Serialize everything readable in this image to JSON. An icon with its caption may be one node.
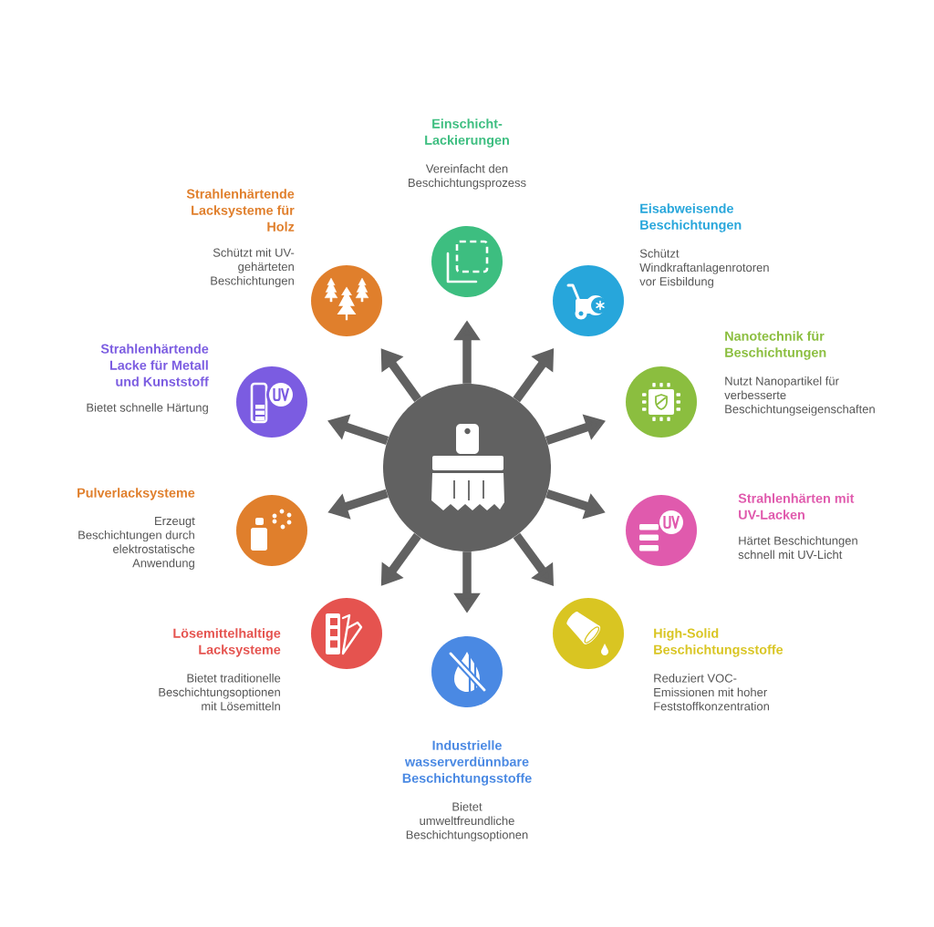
{
  "diagram": {
    "nodes": [
      {
        "text": [],
        "shape": "circle"
      },
      {
        "text": [
          "Einschicht-Lackierungen",
          "Vereinfacht den Beschichtungsprozess"
        ]
      },
      {
        "text": [
          "Eisabweisende Beschichtungen",
          "Schützt Windkraftanlagenrotoren vor Eisbildung"
        ]
      },
      {
        "text": [
          "Nanotechnik für Beschichtungen",
          "Nutzt Nanopartikel für verbesserte Beschichtungseigenschaften"
        ]
      },
      {
        "text": [
          "Strahlenhärten mit UV-Lacken",
          "Härtet Beschichtungen schnell mit UV-Licht"
        ]
      },
      {
        "text": [
          "High-Solid Beschichtungsstoffe",
          "Reduziert VOC-Emissionen mit hoher Feststoffkonzentration"
        ]
      },
      {
        "text": [
          "Industrielle wasserverdünnbare Beschichtungsstoffe",
          "Bietet umweltfreundliche Beschichtungsoptionen"
        ]
      },
      {
        "text": [
          "Lösemittelhaltige Lacksysteme",
          "Bietet traditionelle Beschichtungsoptionen mit Lösemitteln"
        ]
      },
      {
        "text": [
          "Pulverlacksysteme",
          "Erzeugt Beschichtungen durch elektrostatische Anwendung"
        ]
      },
      {
        "text": [
          "Strahlenhärtende Lacke für Metall und Kunststoff",
          "Bietet schnelle Härtung"
        ]
      },
      {
        "text": [
          "Strahlenhärtende Lacksysteme für Holz",
          "Schützt mit UV-gehärteten Beschichtungen"
        ]
      }
    ],
    "edges": [
      {
        "from": 0,
        "to": 1,
        "arrow": "to"
      },
      {
        "from": 0,
        "to": 2,
        "arrow": "to"
      },
      {
        "from": 0,
        "to": 3,
        "arrow": "to"
      },
      {
        "from": 0,
        "to": 4,
        "arrow": "to"
      },
      {
        "from": 0,
        "to": 5,
        "arrow": "to"
      },
      {
        "from": 0,
        "to": 6,
        "arrow": "to"
      },
      {
        "from": 0,
        "to": 7,
        "arrow": "to"
      },
      {
        "from": 0,
        "to": 8,
        "arrow": "to"
      },
      {
        "from": 0,
        "to": 9,
        "arrow": "to"
      },
      {
        "from": 0,
        "to": 10,
        "arrow": "to"
      }
    ]
  }
}
